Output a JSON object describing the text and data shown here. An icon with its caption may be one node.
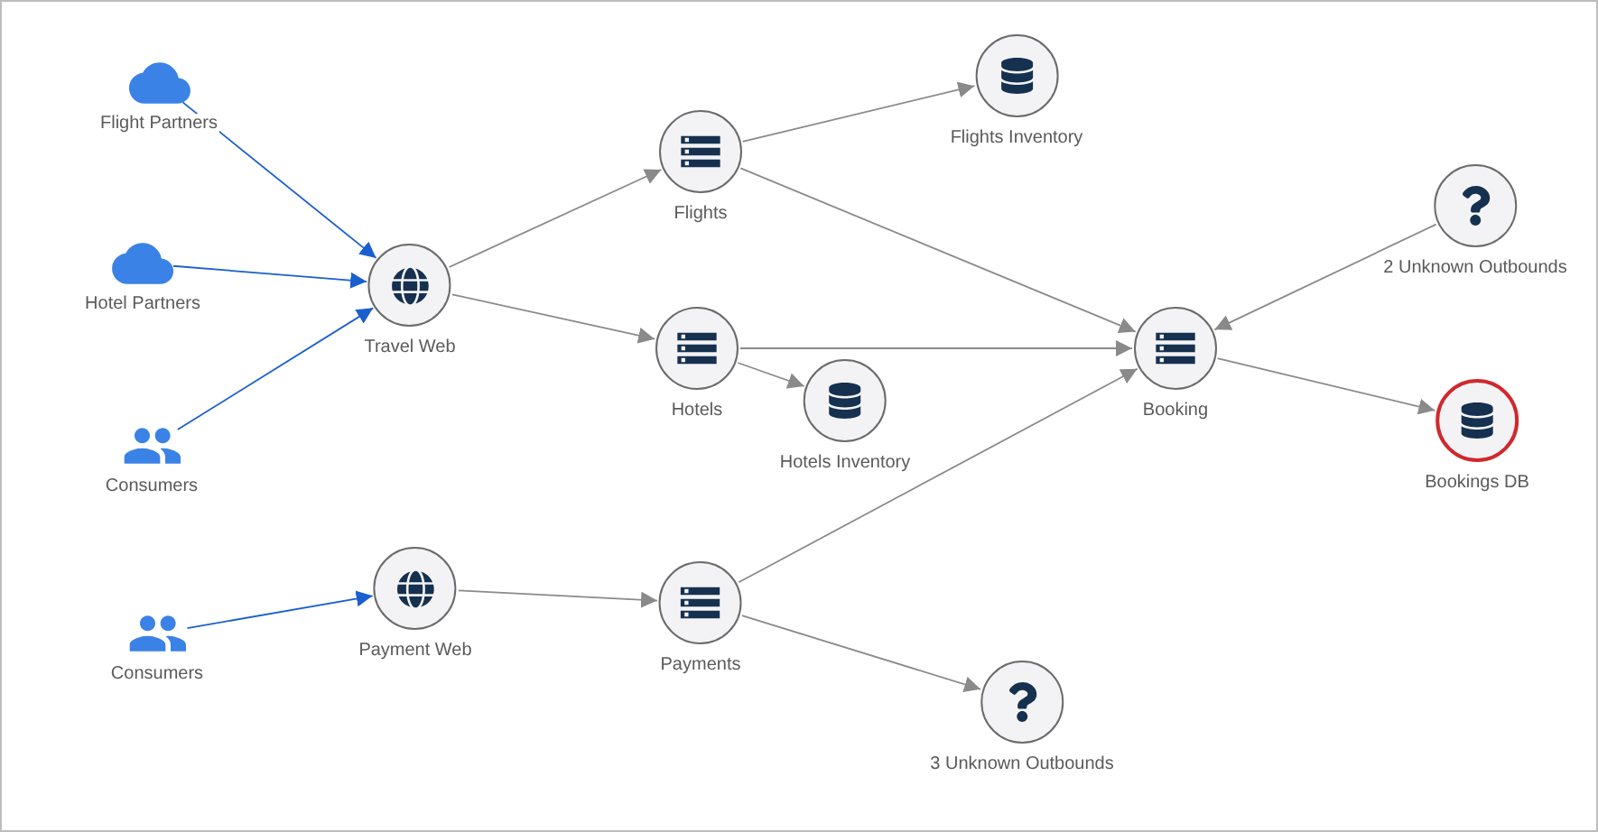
{
  "diagram": {
    "nodes": [
      {
        "text": [
          "Flight Partners"
        ]
      },
      {
        "text": [
          "Hotel Partners"
        ]
      },
      {
        "text": [
          "Consumers"
        ]
      },
      {
        "text": [
          "Travel Web"
        ]
      },
      {
        "text": [
          "Flights"
        ]
      },
      {
        "text": [
          "Flights Inventory"
        ]
      },
      {
        "text": [
          "Hotels"
        ]
      },
      {
        "text": [
          "Hotels Inventory"
        ]
      },
      {
        "text": [
          "Booking"
        ]
      },
      {
        "text": [
          "2 Unknown Outbounds"
        ]
      },
      {
        "text": [
          "Bookings DB"
        ]
      },
      {
        "text": [
          "Consumers"
        ]
      },
      {
        "text": [
          "Payment Web"
        ]
      },
      {
        "text": [
          "Payments"
        ]
      },
      {
        "text": [
          "3 Unknown Outbounds"
        ]
      }
    ],
    "edges": [
      {
        "from": 0,
        "to": 3,
        "arrow": "to",
        "color": "#1a5fd0"
      },
      {
        "from": 1,
        "to": 3,
        "arrow": "to",
        "color": "#1a5fd0"
      },
      {
        "from": 2,
        "to": 3,
        "arrow": "to",
        "color": "#1a5fd0"
      },
      {
        "from": 3,
        "to": 4,
        "arrow": "to"
      },
      {
        "from": 3,
        "to": 6,
        "arrow": "to"
      },
      {
        "from": 4,
        "to": 5,
        "arrow": "to"
      },
      {
        "from": 4,
        "to": 8,
        "arrow": "to"
      },
      {
        "from": 6,
        "to": 8,
        "arrow": "to"
      },
      {
        "from": 6,
        "to": 7,
        "arrow": "to"
      },
      {
        "from": 13,
        "to": 8,
        "arrow": "to"
      },
      {
        "from": 9,
        "to": 8,
        "arrow": "to"
      },
      {
        "from": 8,
        "to": 10,
        "arrow": "to"
      },
      {
        "from": 11,
        "to": 12,
        "arrow": "to",
        "color": "#1a5fd0"
      },
      {
        "from": 12,
        "to": 13,
        "arrow": "to"
      },
      {
        "from": 13,
        "to": 14,
        "arrow": "to"
      }
    ]
  }
}
